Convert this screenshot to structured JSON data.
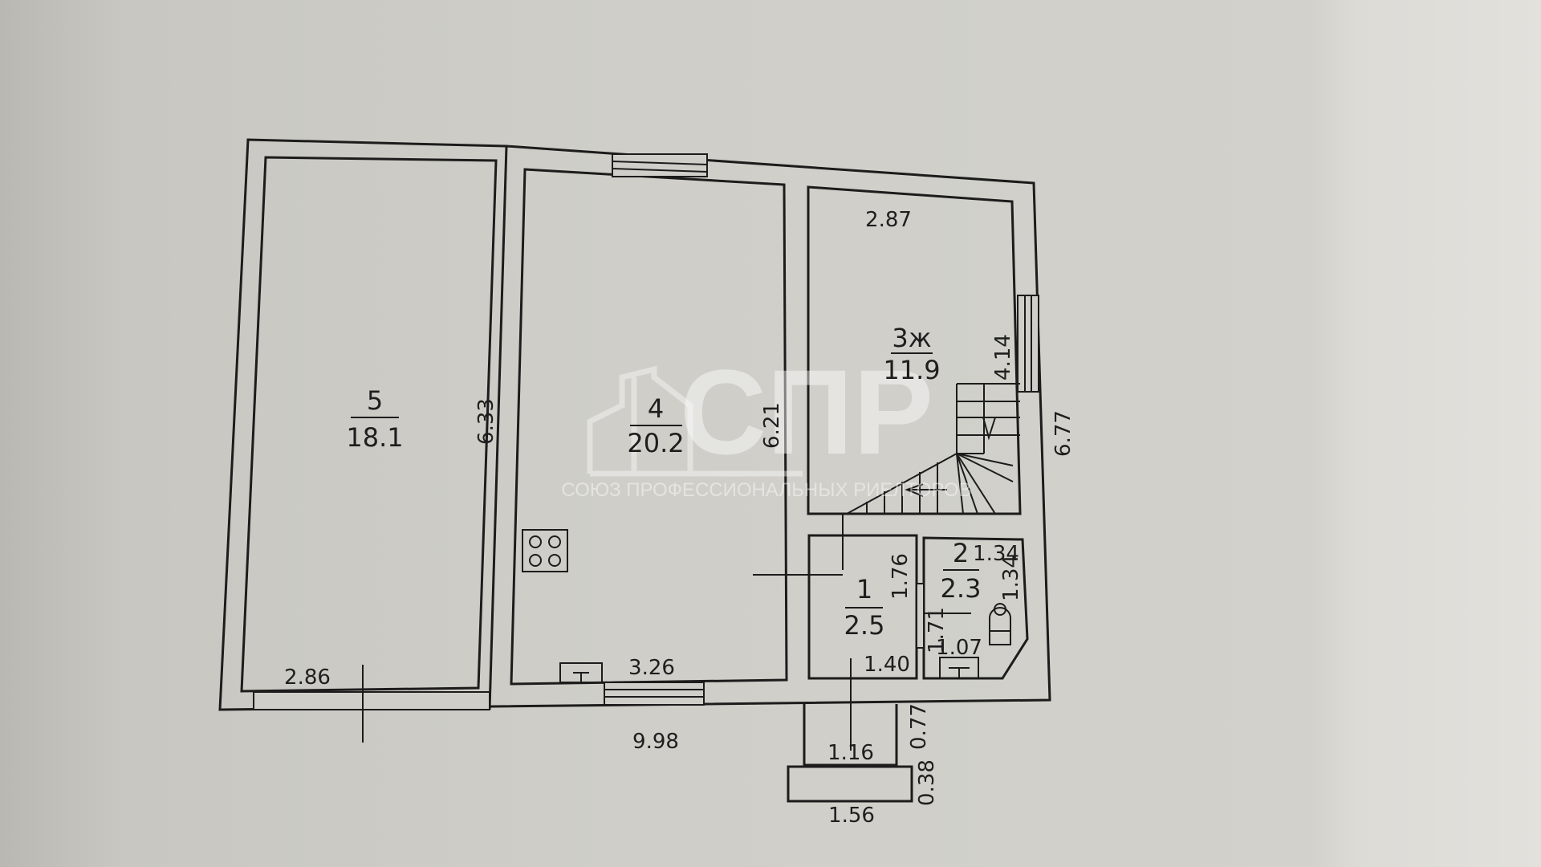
{
  "rooms": [
    {
      "number": "5",
      "area": "18.1"
    },
    {
      "number": "4",
      "area": "20.2"
    },
    {
      "number": "3ж",
      "area": "11.9"
    },
    {
      "number": "1",
      "area": "2.5"
    },
    {
      "number": "2",
      "area": "2.3"
    }
  ],
  "dimensions": {
    "r5_height": "6.33",
    "r5_width": "2.86",
    "r4_height": "6.21",
    "r4_width": "3.26",
    "r3_width": "2.87",
    "r3_height": "4.14",
    "total_height": "6.77",
    "total_width": "9.98",
    "r1_height": "1.76",
    "r1_width": "1.40",
    "r2_width": "1.34",
    "r2_height": "1.34",
    "r2_door": "1.71",
    "r2_bottom": "1.07",
    "porch_width": "1.16",
    "porch_depth": "0.77",
    "step_depth": "0.38",
    "step_width": "1.56"
  },
  "watermark": {
    "logo": "СПР",
    "caption": "СОЮЗ ПРОФЕССИОНАЛЬНЫХ РИЕЛТОРОВ"
  }
}
